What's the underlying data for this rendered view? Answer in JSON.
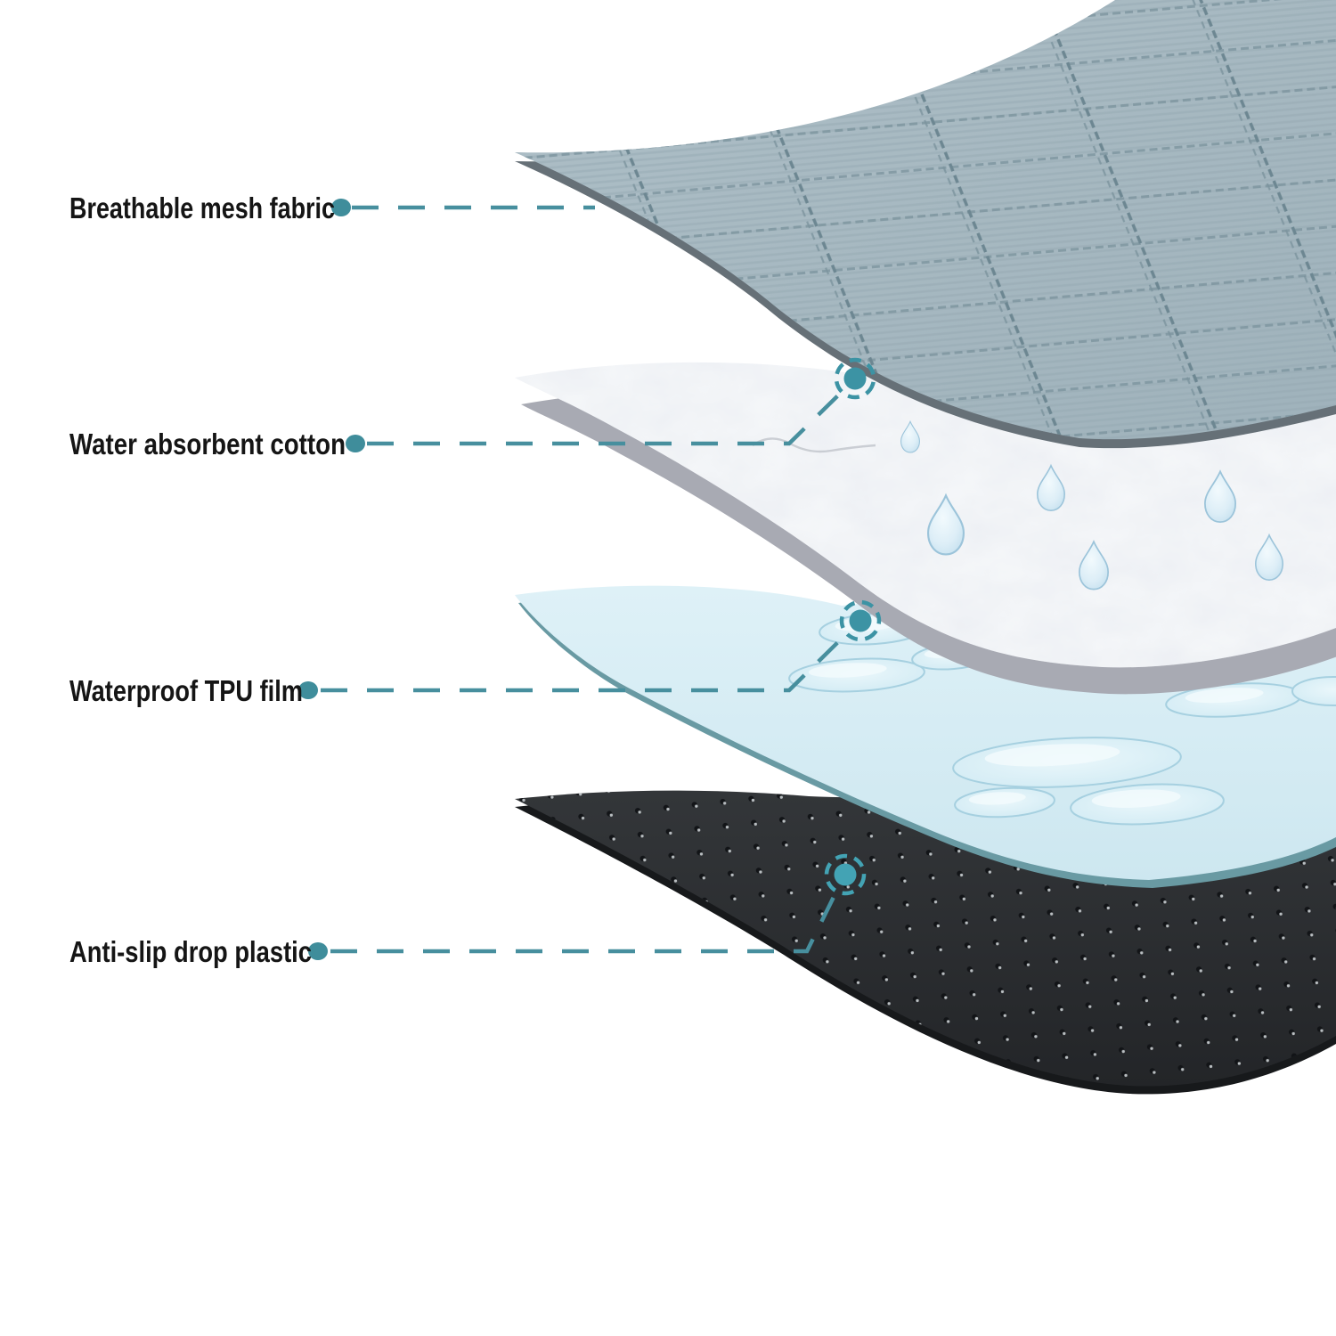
{
  "diagram": {
    "type": "layered-material-exploded-view",
    "background": "#ffffff",
    "accent_color": "#478f9e",
    "layers": [
      {
        "id": "mesh",
        "label": "Breathable mesh fabric",
        "swatch": "#a8bac2"
      },
      {
        "id": "cotton",
        "label": "Water absorbent cotton",
        "swatch": "#f4f6f9"
      },
      {
        "id": "tpu",
        "label": "Waterproof TPU film",
        "swatch": "#d6ecf4"
      },
      {
        "id": "plastic",
        "label": "Anti-slip drop plastic",
        "swatch": "#2d3033"
      }
    ]
  }
}
